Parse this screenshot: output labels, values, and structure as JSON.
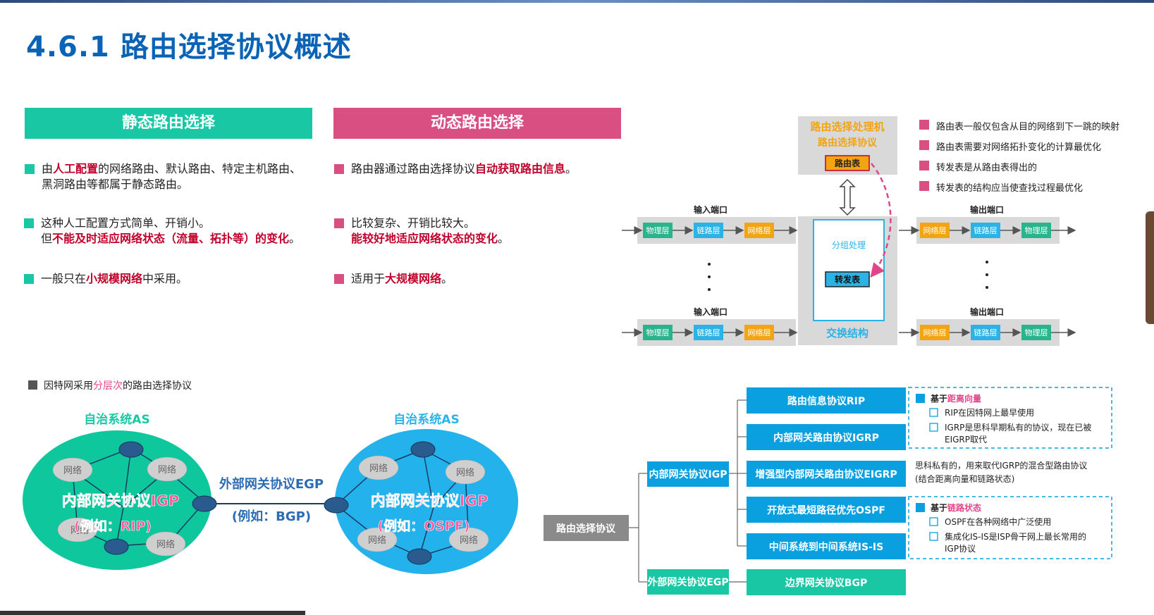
{
  "title": "4.6.1 路由选择协议概述",
  "static": {
    "header": "静态路由选择",
    "b1": {
      "p1": "由",
      "hl": "人工配置",
      "p2": "的网络路由、默认路由、特定主机路由、",
      "line2": "黑洞路由等都属于静态路由。"
    },
    "b2": {
      "line1": "这种人工配置方式简单、开销小。",
      "p1": "但",
      "hl": "不能及时适应网络状态（流量、拓扑等）的变化",
      "p2": "。"
    },
    "b3": {
      "p1": "一般只在",
      "hl": "小规模网络",
      "p2": "中采用。"
    }
  },
  "dynamic": {
    "header": "动态路由选择",
    "b1": {
      "p1": "路由器通过路由选择协议",
      "hl": "自动获取路由信息",
      "p2": "。"
    },
    "b2": {
      "line1": "比较复杂、开销比较大。",
      "hl": "能较好地适应网络状态的变化",
      "p2": "。"
    },
    "b3": {
      "p1": "适用于",
      "hl": "大规模网络",
      "p2": "。"
    }
  },
  "router": {
    "processor_line1": "路由选择处理机",
    "processor_line2": "路由选择协议",
    "routing_table": "路由表",
    "packet_processing": "分组处理",
    "forwarding_table": "转发表",
    "switch_fabric": "交换结构",
    "input_port": "输入端口",
    "output_port": "输出端口",
    "physical": "物理层",
    "link": "链路层",
    "network": "网络层",
    "notes": [
      "路由表一般仅包含从目的网络到下一跳的映射",
      "路由表需要对网络拓扑变化的计算最优化",
      "转发表是从路由表得出的",
      "转发表的结构应当使查找过程最优化"
    ]
  },
  "internet": {
    "caption_p1": "因特网采用",
    "caption_hl": "分层次",
    "caption_p2": "的路由选择协议",
    "as_left": "自治系统AS",
    "as_right": "自治系统AS",
    "net": "网络",
    "igp_left": "内部网关协议IGP",
    "igp_left_eg": "(例如：RIP)",
    "igp_right": "内部网关协议IGP",
    "igp_right_eg": "(例如：OSPF)",
    "egp": "外部网关协议EGP",
    "egp_eg": "(例如：BGP)"
  },
  "tree": {
    "root": "路由选择协议",
    "igp": "内部网关协议IGP",
    "egp": "外部网关协议EGP",
    "rip": "路由信息协议RIP",
    "igrp": "内部网关路由协议IGRP",
    "eigrp": "增强型内部网关路由协议EIGRP",
    "ospf": "开放式最短路径优先OSPF",
    "isis": "中间系统到中间系统IS-IS",
    "bgp": "边界网关协议BGP",
    "dv_p1": "基于",
    "dv_hl": "距离向量",
    "dv_i1": "RIP在因特网上最早使用",
    "dv_i2a": "IGRP是思科早期私有的协议，现在已被",
    "dv_i2b": "EIGRP取代",
    "eigrp_note1": "思科私有的，用来取代IGRP的混合型路由协议",
    "eigrp_note2": "(结合距离向量和链路状态)",
    "ls_p1": "基于",
    "ls_hl": "链路状态",
    "ls_i1": "OSPF在各种网络中广泛使用",
    "ls_i2a": "集成化IS-IS是ISP骨干网上最长常用的",
    "ls_i2b": "IGP协议"
  },
  "colors": {
    "teal": "#19c7a5",
    "pink": "#d94f81",
    "blue": "#0aa0e0",
    "title_blue": "#0b63b5",
    "orange": "#f2a413",
    "cyan": "#2bb3e6",
    "green": "#28b48c"
  }
}
